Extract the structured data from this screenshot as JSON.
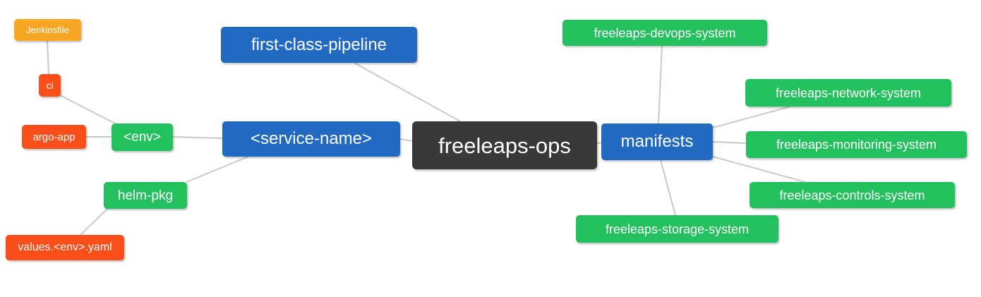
{
  "diagram": {
    "type": "mindmap",
    "colors": {
      "root": "#3B3937",
      "branch": "#2169C1",
      "leaf_green": "#22C15E",
      "leaf_red": "#F94D1A",
      "leaf_amber": "#F6A623",
      "edge": "#C9C9C9",
      "text": "#FFFFFF",
      "background": "#FFFFFF"
    },
    "nodes": {
      "root": {
        "label": "freeleaps-ops"
      },
      "pipeline": {
        "label": "first-class-pipeline"
      },
      "service": {
        "label": "<service-name>"
      },
      "manifests": {
        "label": "manifests"
      },
      "env": {
        "label": "<env>"
      },
      "helm_pkg": {
        "label": "helm-pkg"
      },
      "ci": {
        "label": "ci"
      },
      "argo_app": {
        "label": "argo-app"
      },
      "jenkinsfile": {
        "label": "Jenkinsfile"
      },
      "values_yaml": {
        "label": "values.<env>.yaml"
      },
      "devops": {
        "label": "freeleaps-devops-system"
      },
      "network": {
        "label": "freeleaps-network-system"
      },
      "monitoring": {
        "label": "freeleaps-monitoring-system"
      },
      "controls": {
        "label": "freeleaps-controls-system"
      },
      "storage": {
        "label": "freeleaps-storage-system"
      }
    },
    "edges": [
      {
        "from": "jenkinsfile",
        "to": "ci"
      },
      {
        "from": "ci",
        "to": "env"
      },
      {
        "from": "argo_app",
        "to": "env"
      },
      {
        "from": "env",
        "to": "service"
      },
      {
        "from": "helm_pkg",
        "to": "service"
      },
      {
        "from": "values_yaml",
        "to": "helm_pkg"
      },
      {
        "from": "pipeline",
        "to": "root"
      },
      {
        "from": "service",
        "to": "root"
      },
      {
        "from": "root",
        "to": "manifests"
      },
      {
        "from": "manifests",
        "to": "devops"
      },
      {
        "from": "manifests",
        "to": "network"
      },
      {
        "from": "manifests",
        "to": "monitoring"
      },
      {
        "from": "manifests",
        "to": "controls"
      },
      {
        "from": "manifests",
        "to": "storage"
      }
    ]
  }
}
